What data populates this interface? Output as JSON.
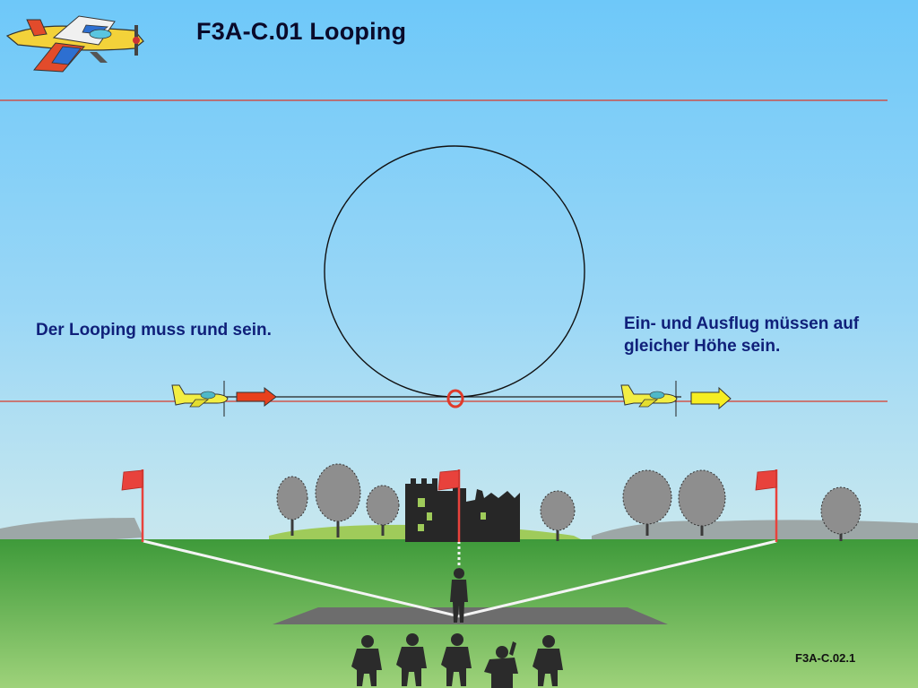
{
  "title": "F3A-C.01 Looping",
  "notes": {
    "left": "Der Looping muss rund sein.",
    "right": "Ein- und Ausflug müssen auf gleicher Höhe sein."
  },
  "figure_id": "F3A-C.02.1",
  "colors": {
    "sky_top": "#6ec8f9",
    "grass": "#4ea544",
    "guide_line": "#d93b2b",
    "entry_arrow": "#e8401c",
    "exit_arrow": "#f6ee22",
    "plane_body": "#f2ee43",
    "silhouette": "#2b2b2b",
    "flag": "#e8423c"
  },
  "icons": [
    "aerobatic-plane-logo",
    "plane-icon",
    "flag-icon",
    "tree-icon",
    "castle-ruin-icon",
    "pilot-icon",
    "judge-icon"
  ]
}
